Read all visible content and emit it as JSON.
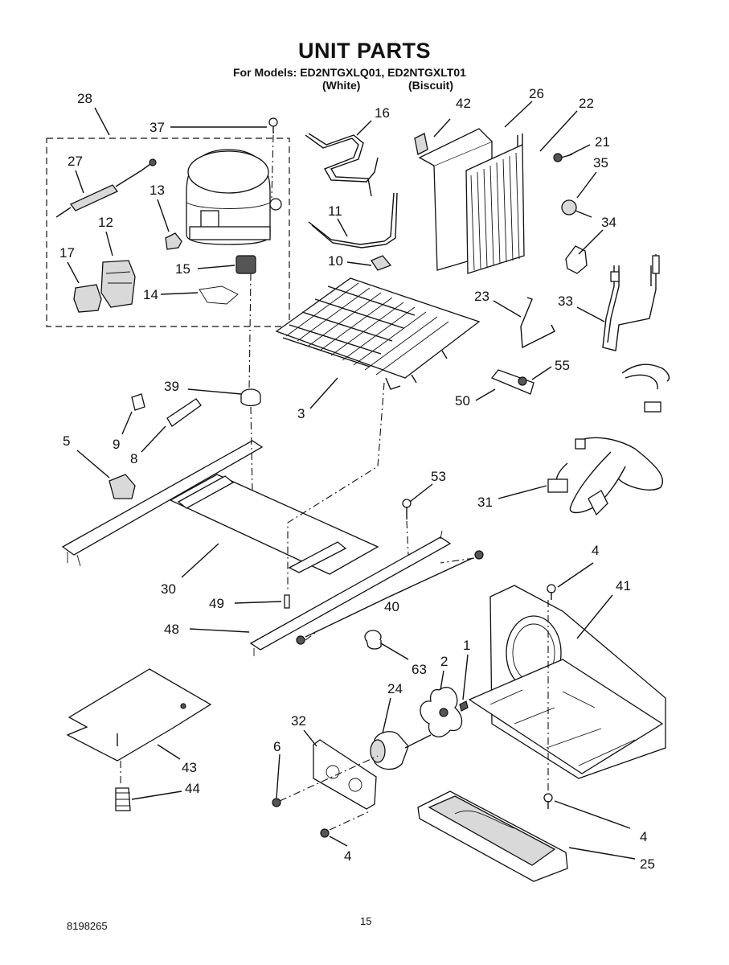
{
  "header": {
    "title": "UNIT PARTS",
    "models_line": "For Models: ED2NTGXLQ01, ED2NTGXLT01",
    "model_color_1": "(White)",
    "model_color_2": "(Biscuit)"
  },
  "footer": {
    "page_number": "15",
    "document_number": "8198265"
  },
  "callouts": {
    "c28": "28",
    "c37": "37",
    "c16": "16",
    "c42": "42",
    "c26": "26",
    "c22": "22",
    "c27": "27",
    "c13": "13",
    "c21": "21",
    "c35": "35",
    "c12": "12",
    "c11": "11",
    "c34": "34",
    "c17": "17",
    "c15": "15",
    "c10": "10",
    "c14": "14",
    "c23": "23",
    "c33": "33",
    "c39": "39",
    "c3": "3",
    "c55": "55",
    "c9": "9",
    "c50": "50",
    "c5": "5",
    "c8": "8",
    "c53": "53",
    "c31": "31",
    "c30": "30",
    "c4a": "4",
    "c49": "49",
    "c40": "40",
    "c41": "41",
    "c48": "48",
    "c1": "1",
    "c2": "2",
    "c63": "63",
    "c24": "24",
    "c32": "32",
    "c6": "6",
    "c43": "43",
    "c44": "44",
    "c4b": "4",
    "c4c": "4",
    "c25": "25"
  }
}
